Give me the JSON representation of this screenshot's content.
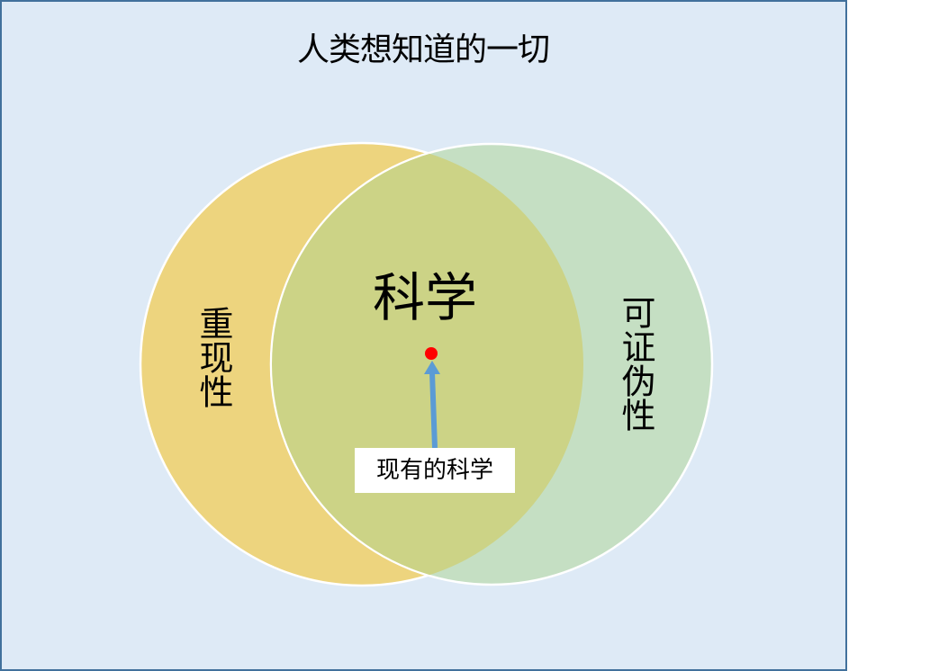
{
  "diagram": {
    "title": "人类想知道的一切",
    "sets": [
      {
        "label": "重现性",
        "color": "#EDD47E"
      },
      {
        "label": "可证伪性",
        "color": "#C5DFC3"
      }
    ],
    "intersection": {
      "label": "科学",
      "color": "#CCD386"
    },
    "marker": {
      "color": "#FF0000"
    },
    "callout": {
      "label": "现有的科学",
      "arrow_color": "#5B9BD5"
    },
    "background_color": "#DEEAF6",
    "border_color": "#41719C"
  }
}
